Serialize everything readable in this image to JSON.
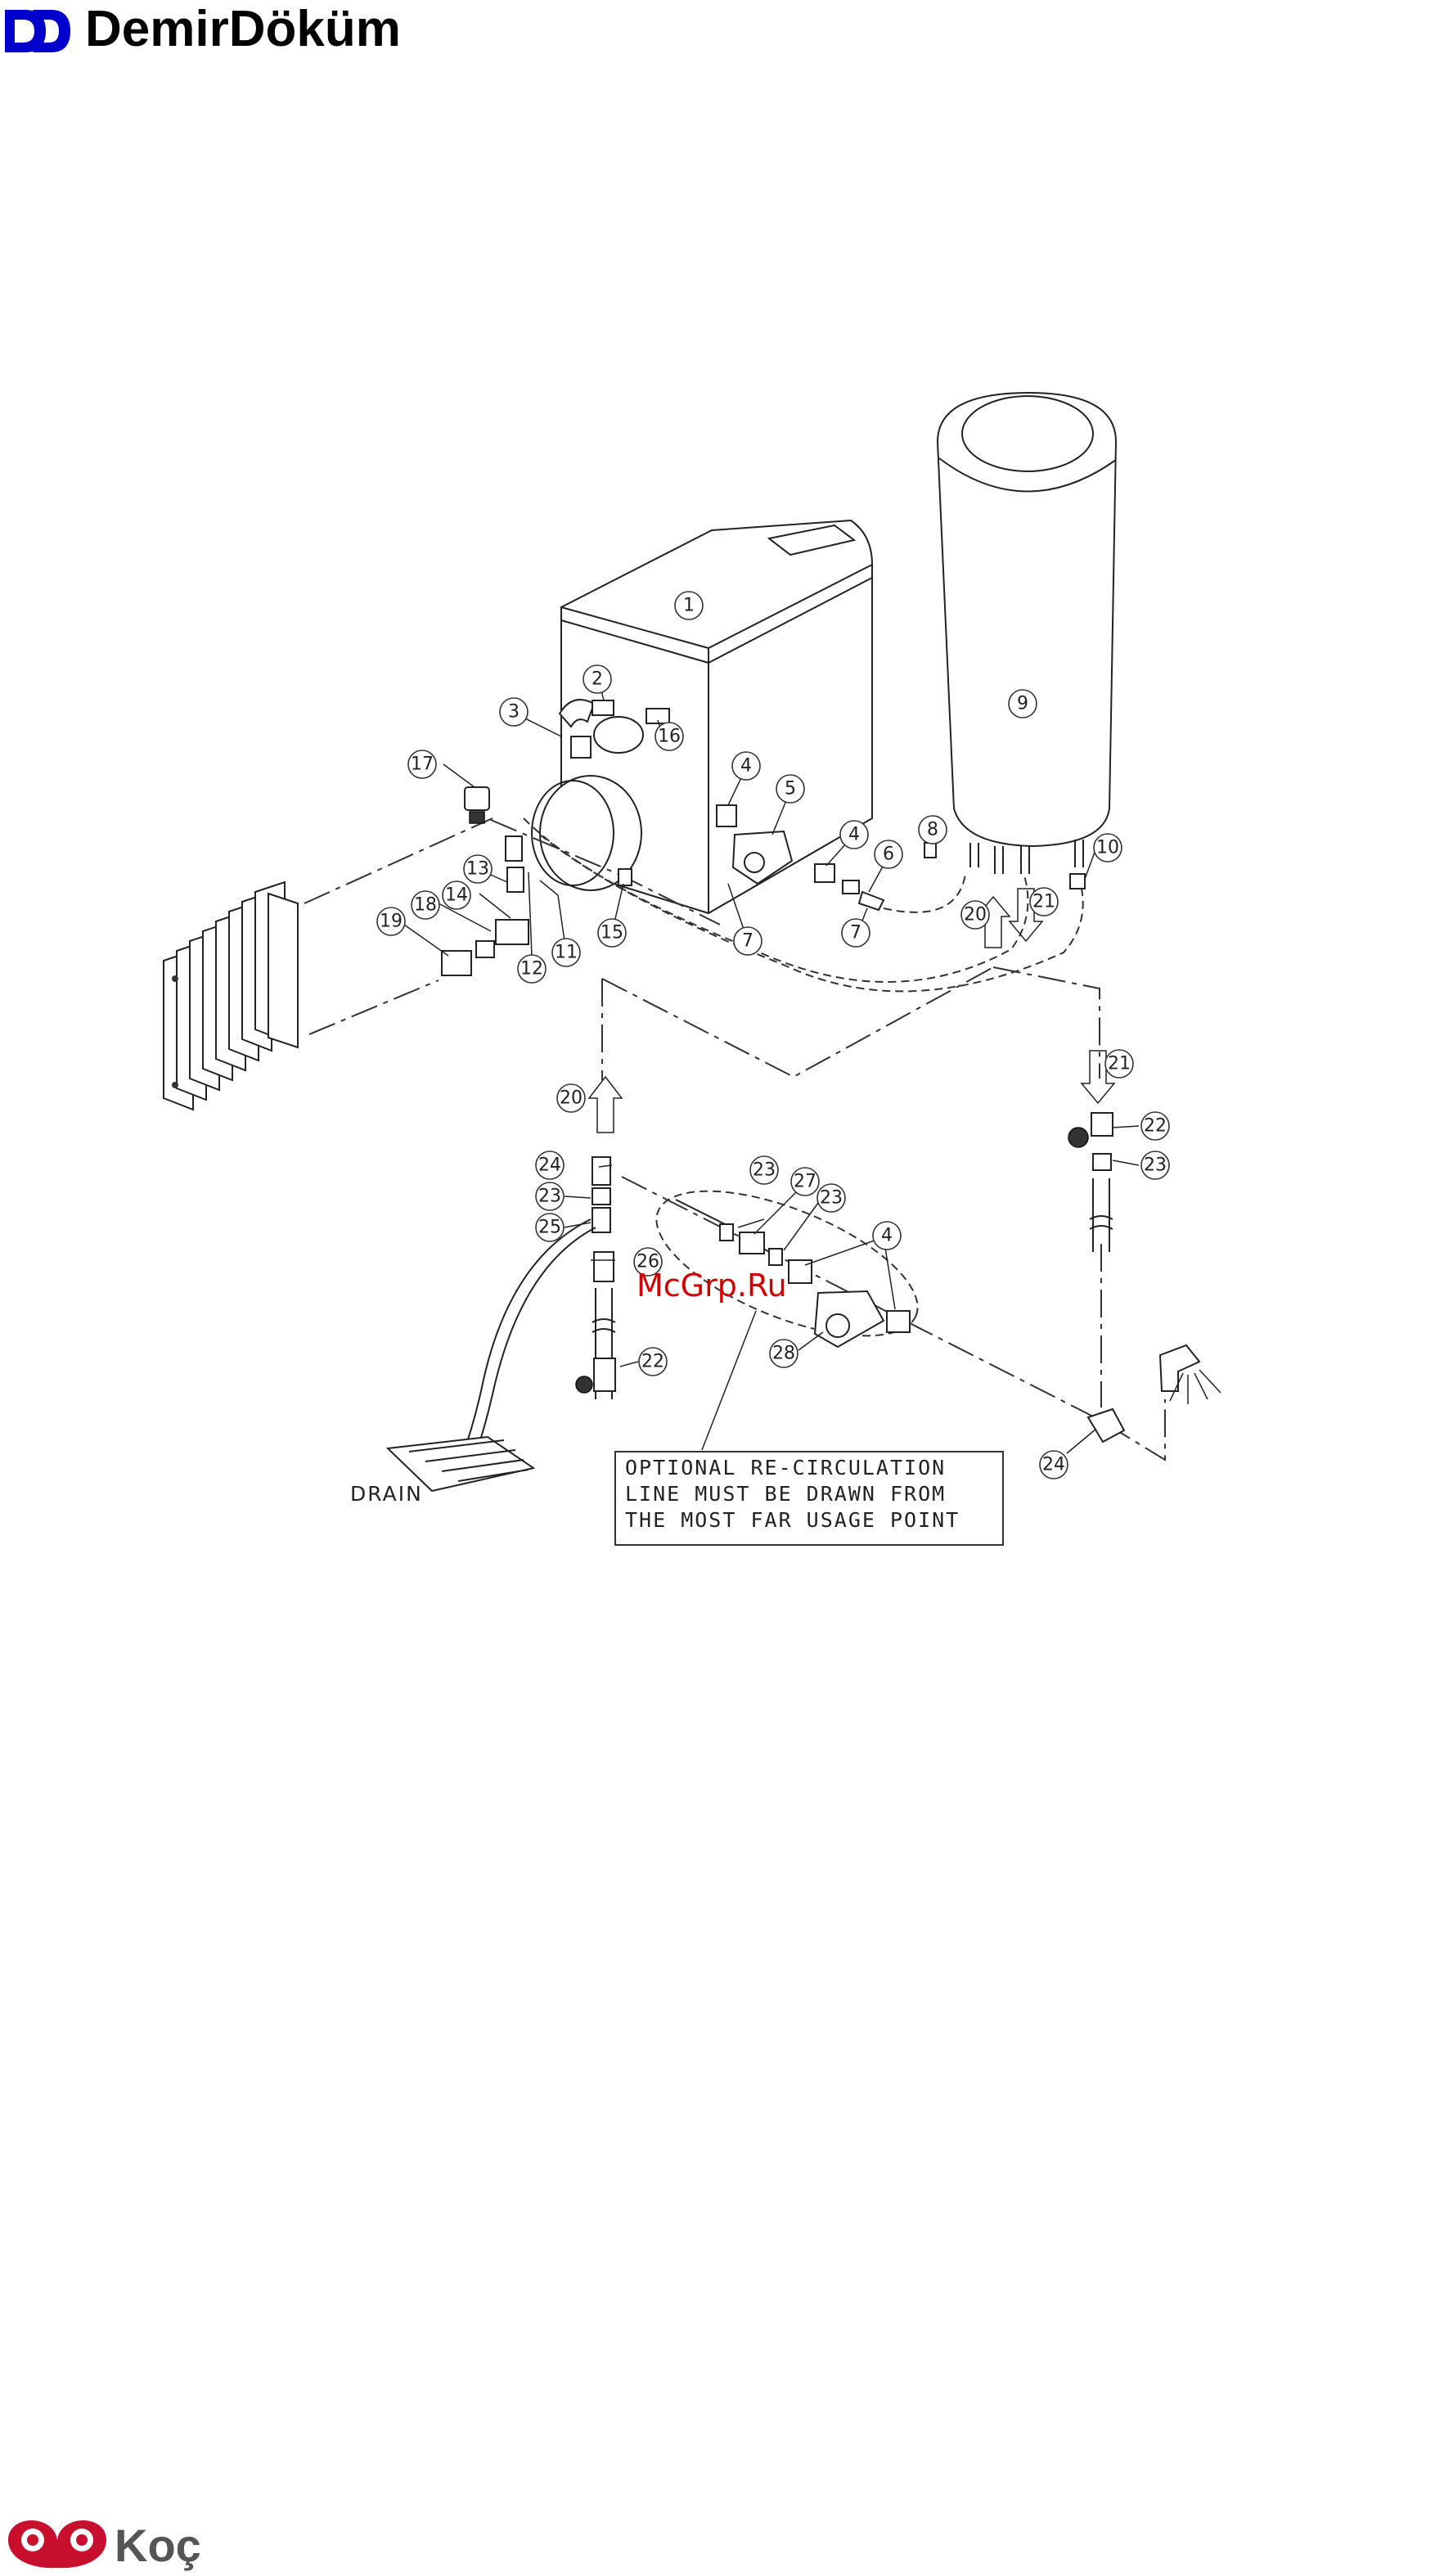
{
  "header": {
    "brand_name": "DemirDöküm",
    "brand_logo_icon": "dd-logo-icon"
  },
  "footer": {
    "brand_name": "Koç",
    "brand_logo_icon": "koc-logo-icon"
  },
  "diagram": {
    "callout_numbers": [
      "1",
      "2",
      "3",
      "4",
      "5",
      "6",
      "7",
      "8",
      "9",
      "10",
      "11",
      "12",
      "13",
      "14",
      "15",
      "16",
      "17",
      "18",
      "19",
      "20",
      "21",
      "22",
      "23",
      "24",
      "25",
      "26",
      "27",
      "28"
    ],
    "drain_label": "DRAIN",
    "note_lines": [
      "OPTIONAL RE-CIRCULATION",
      "LINE MUST BE DRAWN FROM",
      "THE MOST FAR USAGE POINT"
    ]
  },
  "watermark": "McGrp.Ru",
  "colors": {
    "brand_blue": "#0000cc",
    "watermark_red": "#d40000",
    "line": "#222222"
  }
}
